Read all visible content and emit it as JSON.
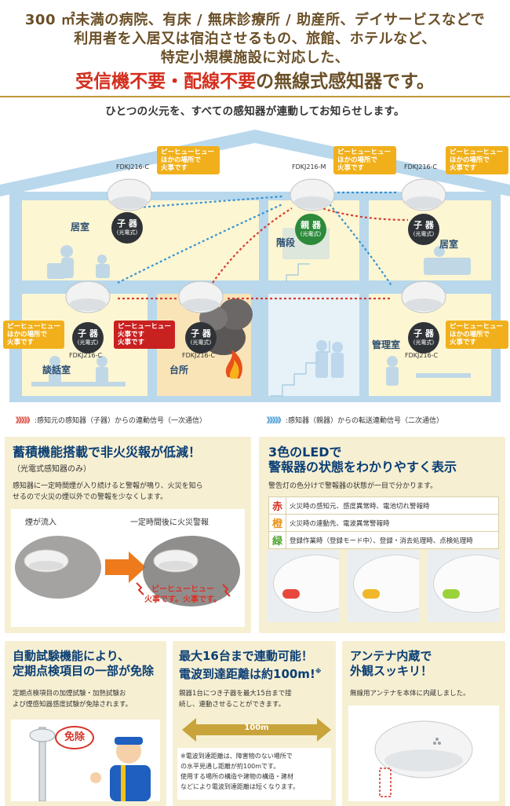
{
  "headline": {
    "line1": "300 ㎡未満の病院、有床 / 無床診療所 / 助産所、デイサービスなどで",
    "line2": "利用者を入居又は宿泊させるもの、旅館、ホテルなど、",
    "line3": "特定小規模施設に対応した、",
    "line4_red": "受信機不要・配線不要",
    "line4_rest": "の無線式感知器です。"
  },
  "subhead": "ひとつの火元を、すべての感知器が連動してお知らせします。",
  "illustration": {
    "rooms": {
      "living_left": "居室",
      "stairs": "階段",
      "living_right": "居室",
      "lounge": "談話室",
      "kitchen": "台所",
      "office": "管理室"
    },
    "models": {
      "top_left": "FDKJ216-C",
      "top_center": "FDKJ216-M",
      "top_right": "FDKJ216-C",
      "bottom_left": "FDKJ216-C",
      "bottom_center": "FDKJ216-C",
      "bottom_right": "FDKJ216-C"
    },
    "badges": {
      "child": "子 器",
      "parent": "親 器",
      "photo": "(光電式)"
    },
    "callouts": {
      "other_1": "ピーヒューヒュー",
      "other_2": "ほかの場所で",
      "other_3": "火事です",
      "fire_1": "ピーヒューヒュー",
      "fire_2": "火事です",
      "fire_3": "火事です"
    },
    "colors": {
      "signal_primary": "#d6352a",
      "signal_secondary": "#2f8fd0",
      "house": "#b9d8ec"
    }
  },
  "legend": {
    "primary_chev": "》》》》》",
    "primary": ":感知元の感知器（子器）からの連動信号（一次通信）",
    "secondary_chev": "》》》》》",
    "secondary": ":感知器（親器）からの転送連動信号（二次通信）"
  },
  "panel_storage": {
    "title": "蓄積機能搭載で非火災報が低減！",
    "subtitle": "（光電式感知器のみ）",
    "text1": "感知器に一定時間煙が入り続けると警報が鳴り、火災を知ら",
    "text2": "せるので火災の煙以外での警報を少なくします。",
    "label_in": "煙が流入",
    "label_after": "一定時間後に火災警報",
    "alarm1": "ピーヒューヒュー",
    "alarm2": "火事です。火事です。"
  },
  "panel_led": {
    "title1": "3色のLEDで",
    "title2": "警報器の状態をわかりやすく表示",
    "text": "警告灯の色分けで警報器の状態が一目で分かります。",
    "rows": [
      {
        "key": "赤",
        "desc": "火災時の感知元、感度異常時、電池切れ警報時"
      },
      {
        "key": "橙",
        "desc": "火災時の連動先、電波異常警報時"
      },
      {
        "key": "緑",
        "desc": "登録作業時（登録モード中）、登録・消去処理時、点検処理時"
      }
    ],
    "led_colors": [
      "#e8473c",
      "#f0b72b",
      "#9bd23a"
    ]
  },
  "panel_test": {
    "title1": "自動試験機能により、",
    "title2": "定期点検項目の一部が免除",
    "text1": "定期点検項目の加煙試験・加熱試験お",
    "text2": "よび煙感知器感度試験が免除されます。",
    "stamp": "免除"
  },
  "panel_range": {
    "title1": "最大16台まで連動可能！",
    "title2": "電波到達距離は約100m!",
    "title_note": "※",
    "text1": "親器1台につき子器を最大15台まで接",
    "text2": "続し、連動させることができます。",
    "distance": "100m",
    "note1": "※電波到達距離は、障害物のない場所で",
    "note2": "の水平見通し距離が約100mです。",
    "note3": "使用する場所の構造や建物の構造・建材",
    "note4": "などにより電波到達距離は短くなります。"
  },
  "panel_antenna": {
    "title1": "アンテナ内蔵で",
    "title2": "外観スッキリ！",
    "text": "無線用アンテナを本体に内蔵しました。"
  }
}
